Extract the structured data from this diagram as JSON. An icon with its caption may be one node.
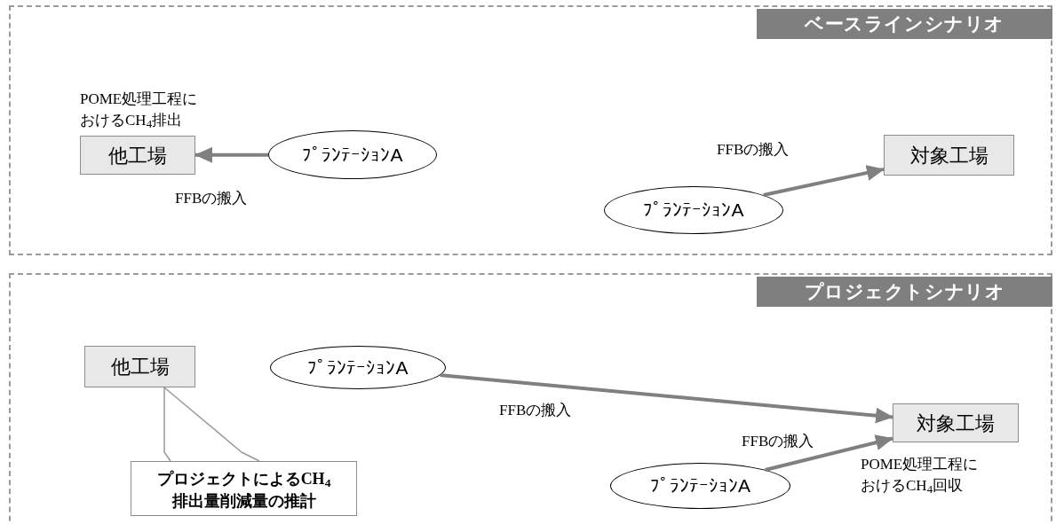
{
  "diagram": {
    "nodes": [
      {
        "text": [
          "ベースラインシナリオ"
        ]
      },
      {
        "text": [
          "他工場"
        ],
        "in": 0,
        "beside": [
          "POME処理工程におけるCH$_{4}$排出"
        ]
      },
      {
        "text": [
          "ﾌﾟﾗﾝﾃｰｼｮﾝA"
        ],
        "in": 0
      },
      {
        "text": [
          "対象工場"
        ],
        "in": 0
      },
      {
        "text": [
          "ﾌﾟﾗﾝﾃｰｼｮﾝA"
        ],
        "in": 0
      },
      {
        "text": [
          "プロジェクトシナリオ"
        ]
      },
      {
        "text": [
          "他工場"
        ],
        "in": 5
      },
      {
        "text": [
          "ﾌﾟﾗﾝﾃｰｼｮﾝA"
        ],
        "in": 5
      },
      {
        "text": [
          "対象工場"
        ],
        "in": 5,
        "beside": [
          "POME処理工程におけるCH$_{4}$回収"
        ]
      },
      {
        "text": [
          "ﾌﾟﾗﾝﾃｰｼｮﾝA"
        ],
        "in": 5
      },
      {
        "text": [
          "プロジェクトによるCH$_{4}$排出量削減量の推計"
        ],
        "in": 5
      }
    ],
    "edges": [
      {
        "from": 2,
        "to": 1,
        "arrow": "to",
        "label": "FFBの搬入"
      },
      {
        "from": 4,
        "to": 3,
        "arrow": "to",
        "label": "FFBの搬入"
      },
      {
        "from": 7,
        "to": 8,
        "arrow": "to",
        "label": "FFBの搬入"
      },
      {
        "from": 9,
        "to": 8,
        "arrow": "to",
        "label": "FFBの搬入"
      },
      {
        "from": 10,
        "to": 6,
        "arrow": "none"
      }
    ]
  }
}
